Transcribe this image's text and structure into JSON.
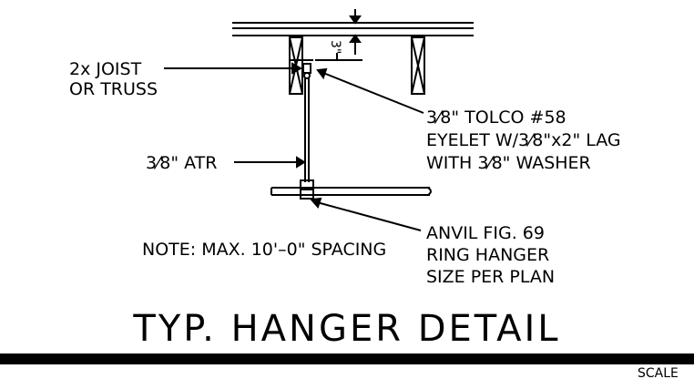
{
  "labels": {
    "joist_line1": "2x JOIST",
    "joist_line2": "OR TRUSS",
    "atr": "3⁄8\" ATR",
    "eyelet_line1": "3⁄8\" TOLCO #58",
    "eyelet_line2": "EYELET W/3⁄8\"x2\" LAG",
    "eyelet_line3": "WITH 3⁄8\" WASHER",
    "anvil_line1": "ANVIL FIG. 69",
    "anvil_line2": "RING HANGER",
    "anvil_line3": "SIZE PER PLAN",
    "note": "NOTE: MAX. 10'–0\" SPACING",
    "dimension": "3\""
  },
  "title": "TYP. HANGER DETAIL",
  "footer": {
    "scale_label": "SCALE"
  }
}
